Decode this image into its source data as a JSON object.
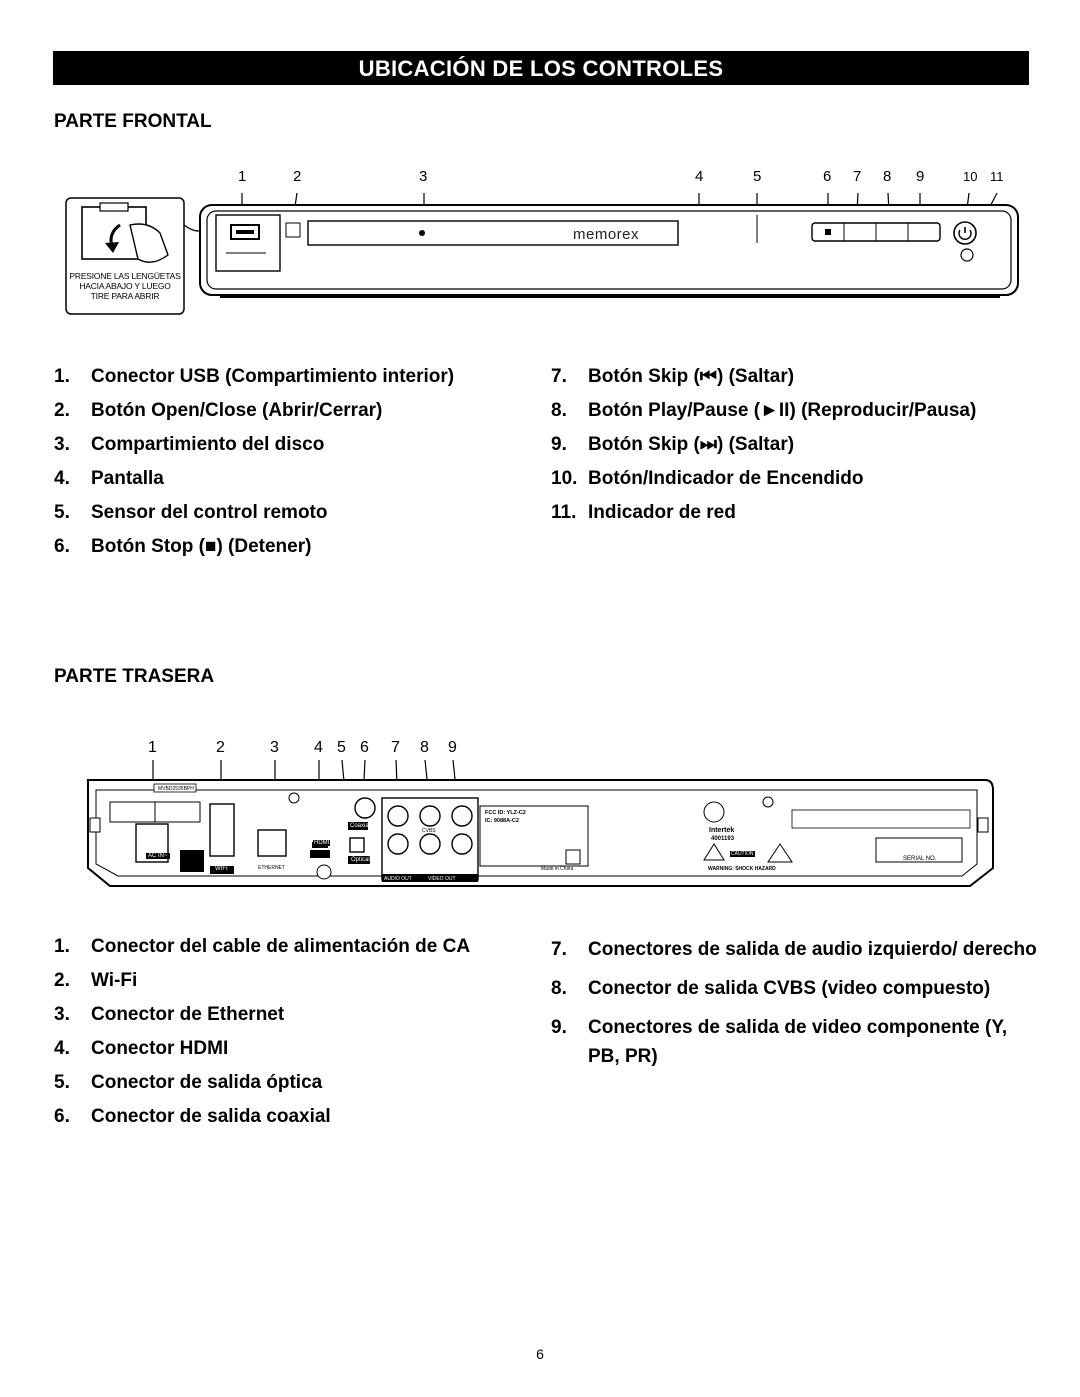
{
  "banner": {
    "title": "UBICACIÓN DE LOS CONTROLES"
  },
  "front": {
    "heading": "PARTE FRONTAL",
    "callout_numbers": [
      "1",
      "2",
      "3",
      "4",
      "5",
      "6",
      "7",
      "8",
      "9",
      "10",
      "11"
    ],
    "inset_caption": [
      "PRESIONE LAS LENGÜETAS",
      "HACIA ABAJO Y LUEGO",
      "TIRE PARA ABRIR"
    ],
    "brand": "memorex",
    "items_left": [
      {
        "num": "1.",
        "text": "Conector USB (Compartimiento interior)"
      },
      {
        "num": "2.",
        "text": "Botón Open/Close (Abrir/Cerrar)"
      },
      {
        "num": "3.",
        "text": "Compartimiento del disco"
      },
      {
        "num": "4.",
        "text": "Pantalla"
      },
      {
        "num": "5.",
        "text": "Sensor del control remoto"
      },
      {
        "num": "6.",
        "text": "Botón Stop (■) (Detener)"
      }
    ],
    "items_right": [
      {
        "num": "7.",
        "text": "Botón Skip (⏮) (Saltar)"
      },
      {
        "num": "8.",
        "text": "Botón Play/Pause (►II) (Reproducir/Pausa)"
      },
      {
        "num": "9.",
        "text": "Botón Skip (⏭) (Saltar)"
      },
      {
        "num": "10.",
        "text": "Botón/Indicador de Encendido"
      },
      {
        "num": "11.",
        "text": "Indicador de red"
      }
    ]
  },
  "rear": {
    "heading": "PARTE TRASERA",
    "callout_numbers": [
      "1",
      "2",
      "3",
      "4",
      "5",
      "6",
      "7",
      "8",
      "9"
    ],
    "panel_labels": {
      "ac_in": "AC IN~",
      "wifi": "WIFI",
      "ethernet": "ETHERNET",
      "hdmi": "HDMI",
      "coaxial": "Coaxial",
      "optical": "Optical",
      "audio_out": "AUDIO OUT",
      "video_out": "VIDEO OUT",
      "cvbs": "CVBS",
      "fcc_id": "FCC ID: YLZ-C2",
      "ic": "IC: 9088A-C2",
      "model": "MVBD2535BPH",
      "serial": "SERIAL NO.",
      "intertek": "Intertek",
      "intertek_num": "4001193",
      "made_in": "Made in China",
      "caution": "CAUTION",
      "warning": "WARNING: SHOCK HAZARD"
    },
    "items_left": [
      {
        "num": "1.",
        "text": "Conector del cable de alimentación de CA"
      },
      {
        "num": "2.",
        "text": "Wi-Fi"
      },
      {
        "num": "3.",
        "text": "Conector de Ethernet"
      },
      {
        "num": "4.",
        "text": "Conector HDMI"
      },
      {
        "num": "5.",
        "text": "Conector de salida óptica"
      },
      {
        "num": "6.",
        "text": "Conector de salida coaxial"
      }
    ],
    "items_right": [
      {
        "num": "7.",
        "text": "Conectores de salida de audio izquierdo/ derecho"
      },
      {
        "num": "8.",
        "text": "Conector de salida CVBS (video compuesto)"
      },
      {
        "num": "9.",
        "text": "Conectores de salida de video componente (Y, PB, PR)"
      }
    ]
  },
  "page_number": "6"
}
